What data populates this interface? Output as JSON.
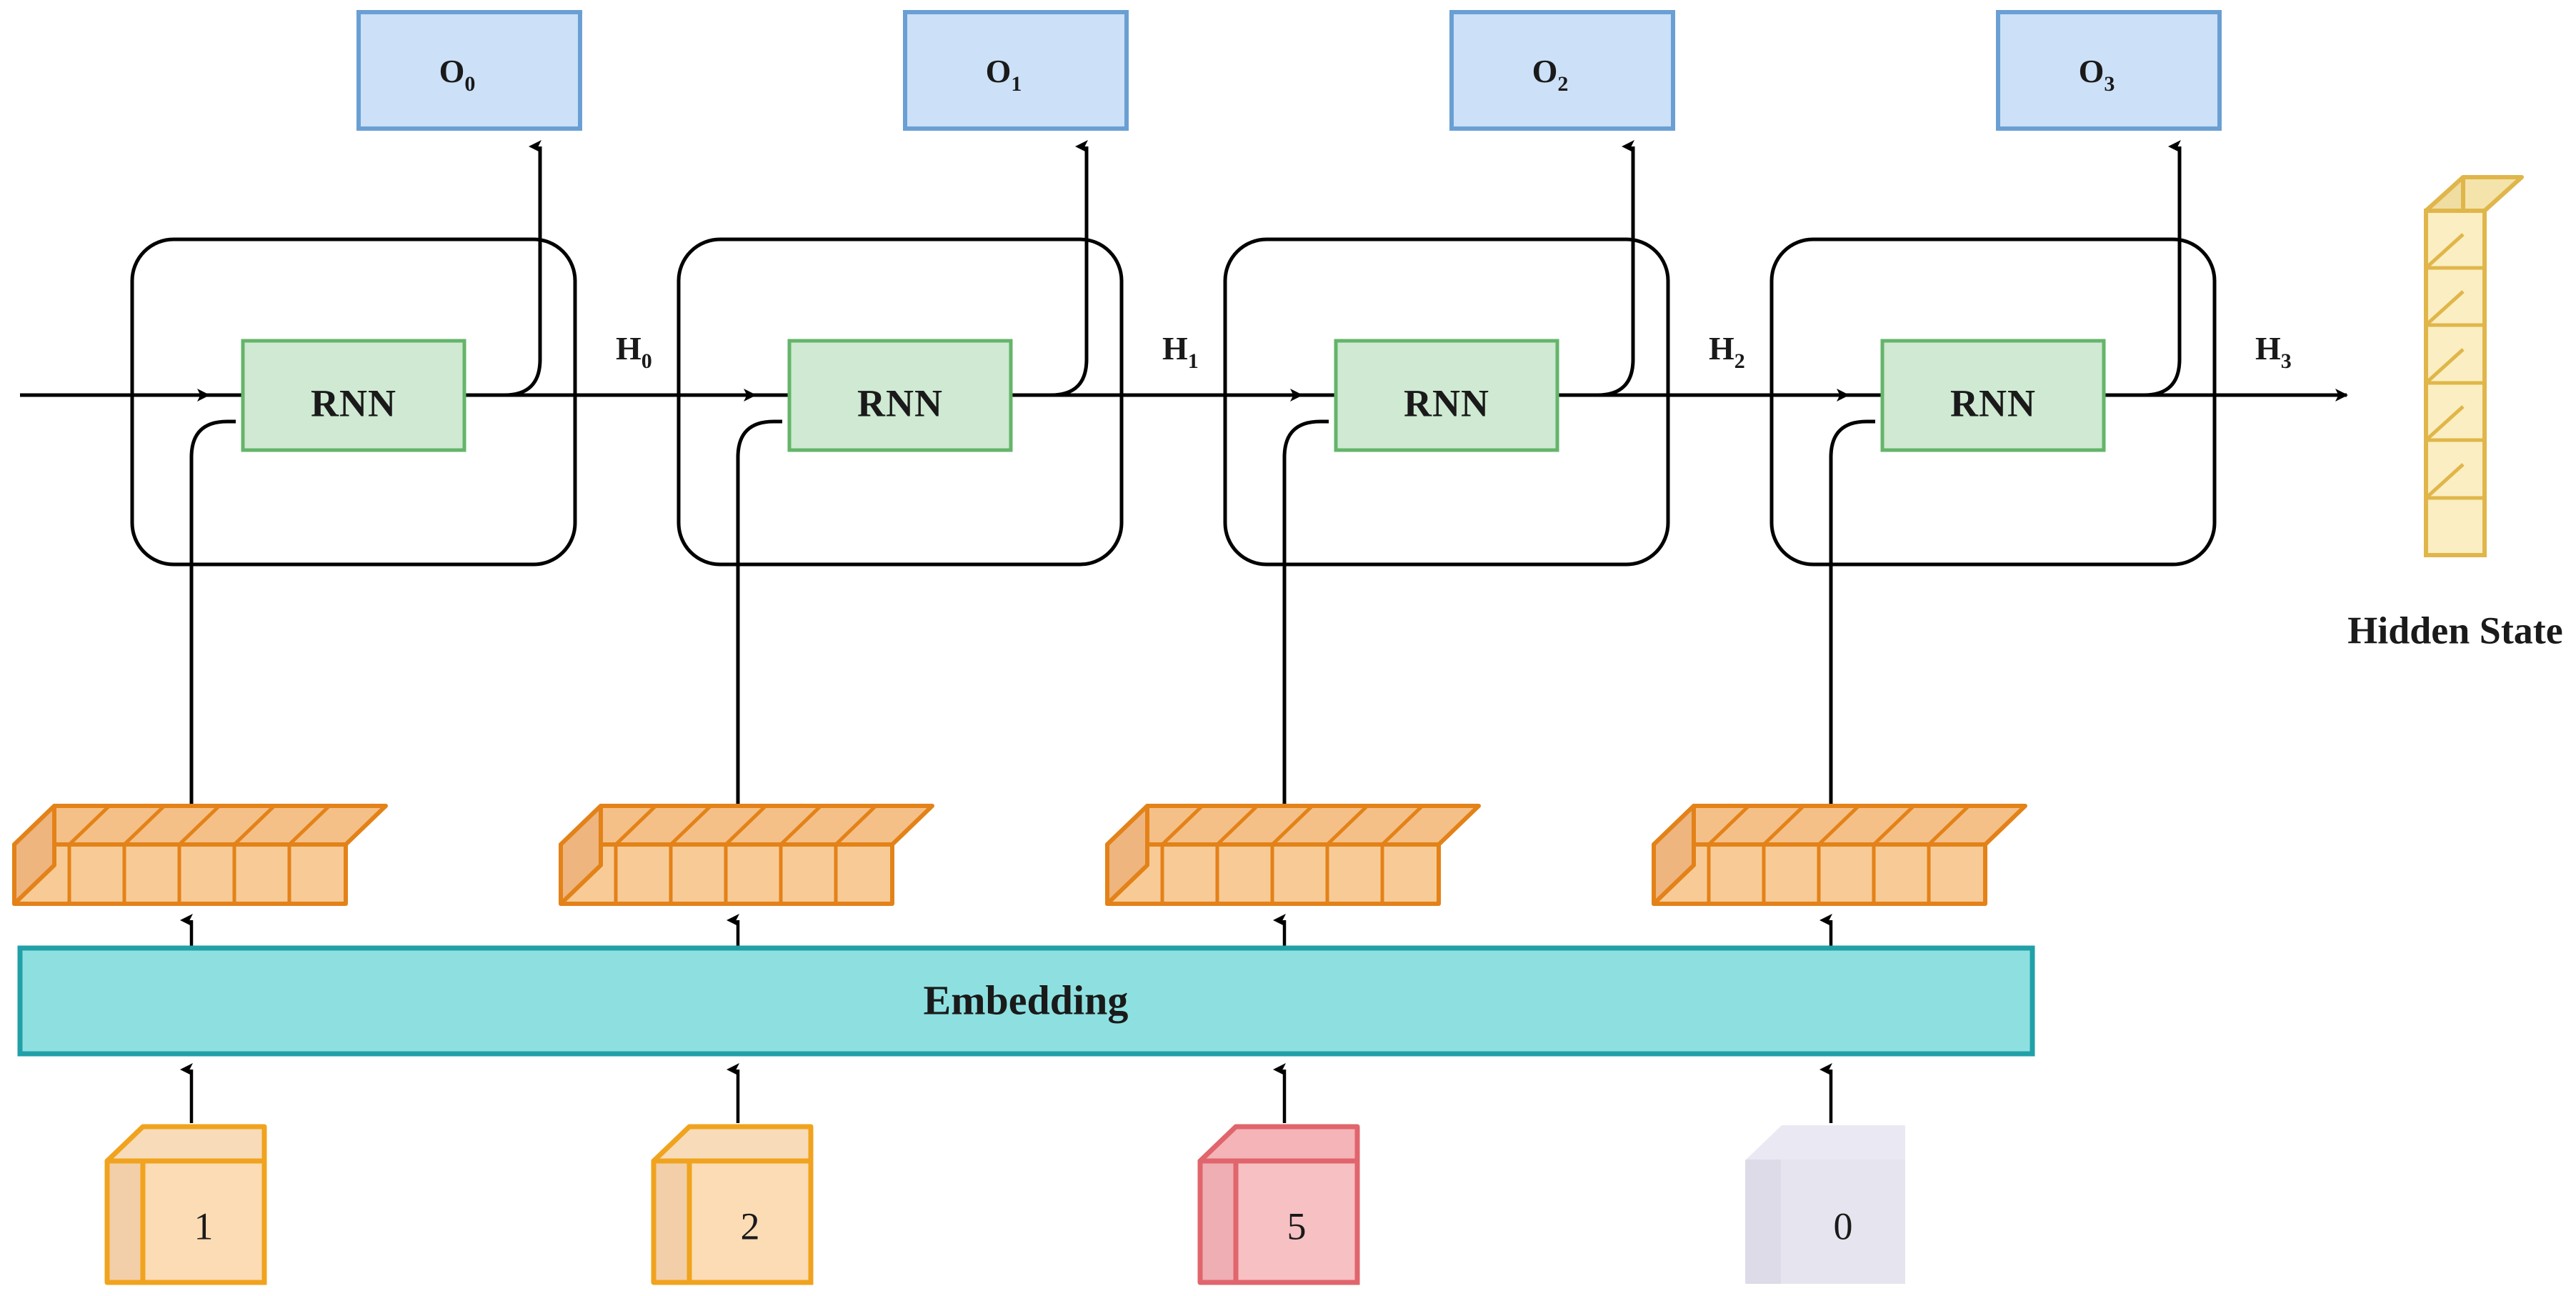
{
  "diagram": {
    "title": "RNN unrolled over time with embedding layer",
    "colors": {
      "output_fill": "#cce0f7",
      "output_stroke": "#6a9fd4",
      "rnn_fill": "#cfe9d2",
      "rnn_stroke": "#64b56a",
      "embedding_fill": "#8ee0e0",
      "embedding_stroke": "#21a0a8",
      "vector_face": "#f8cb96",
      "vector_top": "#f5c088",
      "vector_stroke": "#e38218",
      "hidden_face": "#fbeec2",
      "hidden_top": "#f4e3ab",
      "hidden_stroke": "#e0b64a",
      "token_orange_fill": "#fbdcb5",
      "token_orange_stroke": "#f0a31e",
      "token_red_fill": "#f7c0c3",
      "token_red_stroke": "#e0656c",
      "token_gray_fill": "#e6e4ef",
      "token_gray_stroke": "#e6e4ef",
      "wire": "#000000"
    },
    "timesteps": [
      {
        "index": 0,
        "output_label": "O",
        "output_sub": "0",
        "cell_label": "RNN",
        "hidden_label": "H",
        "hidden_sub": "0",
        "token_value": "1",
        "token_style": "orange",
        "vector_cells": 6
      },
      {
        "index": 1,
        "output_label": "O",
        "output_sub": "1",
        "cell_label": "RNN",
        "hidden_label": "H",
        "hidden_sub": "1",
        "token_value": "2",
        "token_style": "orange",
        "vector_cells": 6
      },
      {
        "index": 2,
        "output_label": "O",
        "output_sub": "2",
        "cell_label": "RNN",
        "hidden_label": "H",
        "hidden_sub": "2",
        "token_value": "5",
        "token_style": "red",
        "vector_cells": 6
      },
      {
        "index": 3,
        "output_label": "O",
        "output_sub": "3",
        "cell_label": "RNN",
        "hidden_label": "H",
        "hidden_sub": "3",
        "token_value": "0",
        "token_style": "gray",
        "vector_cells": 6
      }
    ],
    "embedding": {
      "label": "Embedding"
    },
    "hidden_state": {
      "label": "Hidden State",
      "cells": 6
    }
  }
}
